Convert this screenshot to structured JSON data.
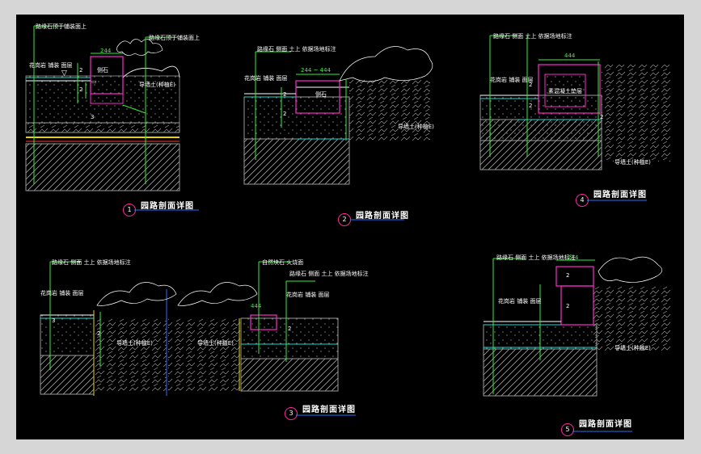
{
  "drawing": {
    "background": "#000000",
    "colors": {
      "green": "#33ee33",
      "cyan": "#22d8d8",
      "magenta": "#ff2ad0",
      "white": "#ffffff",
      "yellow": "#e8d400",
      "gray": "#9a9a9a",
      "red": "#ff3a3a",
      "blue": "#2a6cff"
    },
    "details": [
      {
        "number": "1",
        "title": "园路剖面详图",
        "notes": [
          "路缘石顶于铺装面上",
          "路缘石顶于铺装面上",
          "花岗岩 铺装 面层",
          "侧石",
          "导墙土(种植E)"
        ],
        "dims": [
          "244",
          "2",
          "2",
          "3"
        ]
      },
      {
        "number": "2",
        "title": "园路剖面详图",
        "notes": [
          "路缘石 侧面 土上 依据场地标注",
          "花岗岩 铺装 面层",
          "侧石",
          "导墙土(种植E)"
        ],
        "dims": [
          "244 ~ 444",
          "2",
          "2"
        ]
      },
      {
        "number": "3",
        "title": "园路剖面详图",
        "notes": [
          "路缘石 侧面 土上 依据场地标注",
          "花岗岩 铺装 面层",
          "自然块石 火烧面",
          "路缘石 侧面 土上 依据场地标注",
          "花岗岩 铺装 面层",
          "导墙土(种植E)",
          "导墙土(种植E)"
        ],
        "dims": [
          "444",
          "3",
          "2",
          "2"
        ]
      },
      {
        "number": "4",
        "title": "园路剖面详图",
        "notes": [
          "路缘石 侧面 土上 依据场地标注",
          "花岗岩 铺装 面层",
          "素混凝土垫层",
          "导墙土(种植E)"
        ],
        "dims": [
          "444",
          "2",
          "2",
          "2"
        ]
      },
      {
        "number": "5",
        "title": "园路剖面详图",
        "notes": [
          "路缘石 侧面 土上 依据场地标注",
          "花岗岩 铺装 面层",
          "导墙土(种植E)"
        ],
        "dims": [
          "244",
          "2",
          "2"
        ]
      }
    ]
  }
}
